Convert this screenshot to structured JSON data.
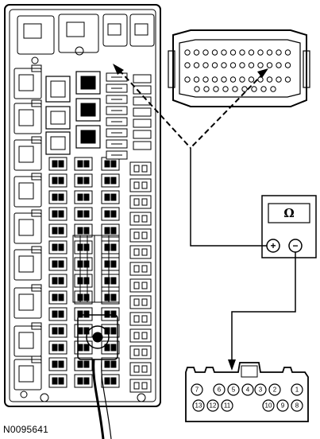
{
  "figure_ref": "N0095641",
  "meter": {
    "symbol": "Ω",
    "positive_label": "+",
    "negative_label": "−"
  },
  "connector": {
    "top_row_pins": [
      "7",
      "6",
      "5",
      "4",
      "3",
      "2",
      "1"
    ],
    "bottom_row_pins": [
      "13",
      "12",
      "11",
      "10",
      "9",
      "8"
    ]
  }
}
